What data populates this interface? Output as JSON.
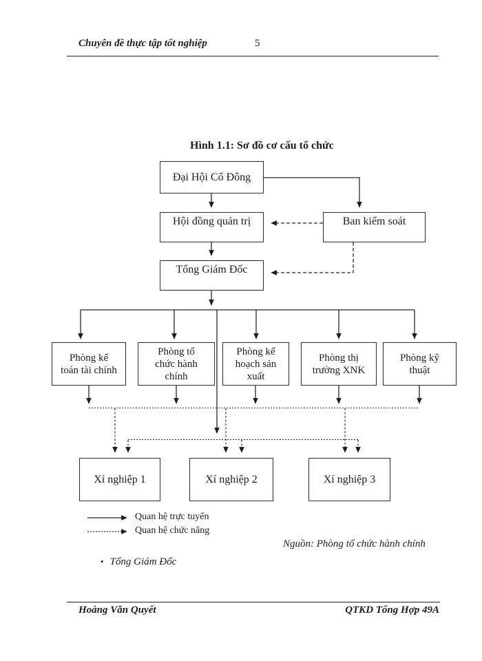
{
  "header": {
    "title": "Chuyên đề thực tập tốt nghiệp",
    "page_number": "5"
  },
  "figure": {
    "title": "Hình 1.1: Sơ đồ cơ cấu tổ chức",
    "nodes": {
      "dai_hoi_co_dong": {
        "label": "Đại Hội Cổ Đông"
      },
      "hoi_dong_quan_tri": {
        "label": "Hội đồng quản trị"
      },
      "ban_kiem_soat": {
        "label": "Ban kiểm soát"
      },
      "tong_giam_doc": {
        "label": "Tổng Giám Đốc"
      },
      "phong_ke_toan": {
        "lines": [
          "Phòng kế",
          "toán tài chính"
        ]
      },
      "phong_to_chuc": {
        "lines": [
          "Phòng tổ",
          "chức hành",
          "chính"
        ]
      },
      "phong_ke_hoach": {
        "lines": [
          "Phòng kế",
          "hoạch sản",
          "xuất"
        ]
      },
      "phong_thi_truong": {
        "lines": [
          "Phòng thị",
          "trường XNK"
        ]
      },
      "phong_ky_thuat": {
        "lines": [
          "Phòng kỹ",
          "thuật"
        ]
      },
      "xi_nghiep_1": {
        "label": "Xí nghiệp 1"
      },
      "xi_nghiep_2": {
        "label": "Xí nghiệp 2"
      },
      "xi_nghiep_3": {
        "label": "Xí nghiệp 3"
      }
    },
    "legend": [
      {
        "style": "solid",
        "label": "Quan hệ trực tuyến"
      },
      {
        "style": "dashed",
        "label": "Quan hệ chức năng"
      }
    ],
    "source_note": "Nguồn: Phòng tổ chức hành chính",
    "note": {
      "bullet": "•",
      "text": "Tổng Giám Đốc"
    }
  },
  "footer": {
    "author": "Hoàng Văn Quyết",
    "class_name": "QTKD Tổng Hợp 49A"
  },
  "colors": {
    "ink": "#1c1c1c",
    "paper": "#ffffff"
  }
}
